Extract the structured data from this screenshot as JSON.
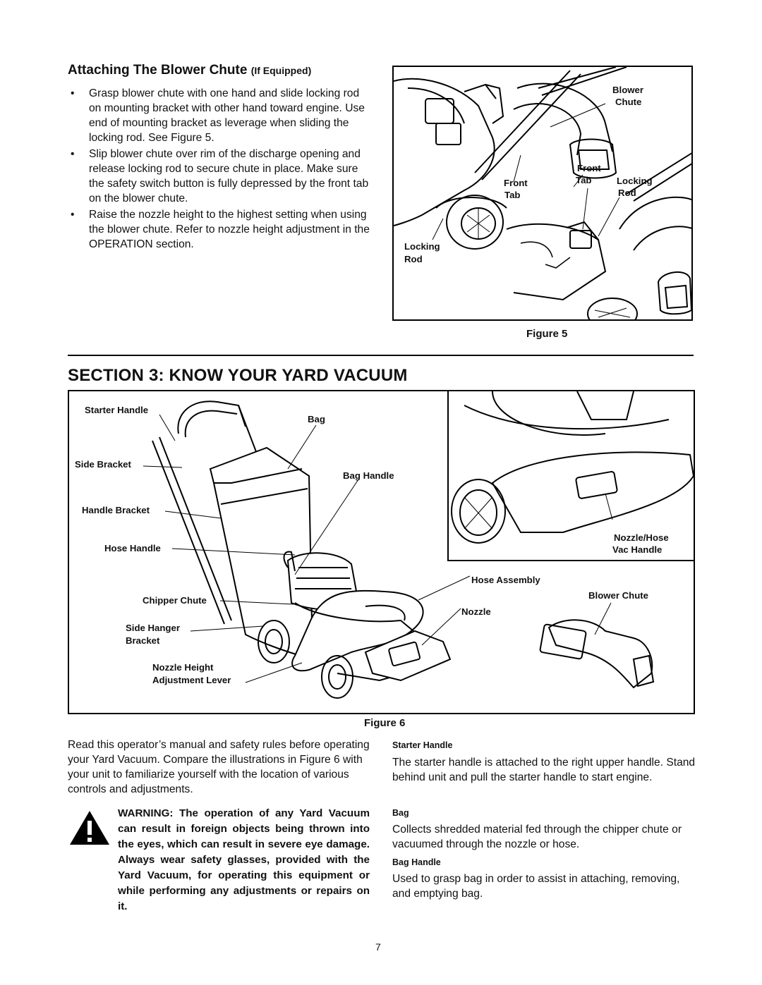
{
  "figure5": {
    "title": "Attaching The Blower Chute",
    "title_suffix": "(If Equipped)",
    "bullets": [
      "Grasp blower chute with one hand and slide locking rod on mounting bracket with other hand toward engine. Use end of mounting bracket as leverage when sliding the locking rod. See Figure 5.",
      "Slip blower chute over rim of the discharge opening and release locking rod to secure chute in place. Make sure the safety switch button is fully depressed by the front tab on the blower chute.",
      "Raise the nozzle height to the highest setting when using the blower chute. Refer to nozzle height adjustment in the OPERATION section."
    ],
    "labels": {
      "blower": "Blower",
      "chute": "Chute",
      "front_a": "Front",
      "tab_a": "Tab",
      "locking_a": "Locking",
      "rod_a": "Rod",
      "front_b": "Front",
      "tab_b": "Tab",
      "locking_b": "Locking",
      "rod_b": "Rod"
    },
    "caption": "Figure 5"
  },
  "section": {
    "title": "SECTION 3:  KNOW YOUR YARD VACUUM"
  },
  "figure6": {
    "labels": {
      "starter_handle": "Starter Handle",
      "bag": "Bag",
      "side_bracket": "Side Bracket",
      "bag_handle": "Bag Handle",
      "handle_bracket": "Handle Bracket",
      "hose_handle": "Hose Handle",
      "chipper_chute": "Chipper Chute",
      "side_hanger": "Side Hanger",
      "bracket": "Bracket",
      "nozzle_height": "Nozzle Height",
      "adjustment_lever": "Adjustment Lever",
      "hose_assembly": "Hose Assembly",
      "nozzle": "Nozzle",
      "nozzle_hose": "Nozzle/Hose",
      "vac_handle": "Vac Handle",
      "blower_chute": "Blower Chute"
    },
    "caption": "Figure 6"
  },
  "intro": "Read this operator’s manual and safety rules before operating your Yard Vacuum. Compare the illustrations in Figure 6 with your unit to familiarize yourself with the location of various controls and adjustments.",
  "warning": "WARNING: The operation of any Yard Vacuum can result in foreign objects being thrown into the eyes, which can result in severe eye damage. Always wear safety glasses, provided with the Yard Vacuum, for operating this equipment or while performing any adjustments or repairs on it.",
  "descriptions": [
    {
      "heading": "Starter Handle",
      "text": "The starter handle is attached to the right upper handle. Stand behind unit and pull the starter handle to start engine."
    },
    {
      "heading": "Bag",
      "text": "Collects shredded material fed through the chipper chute or vacuumed through the nozzle or hose."
    },
    {
      "heading": "Bag Handle",
      "text": "Used to grasp bag in order to assist in attaching, removing, and emptying bag."
    }
  ],
  "page_number": "7"
}
